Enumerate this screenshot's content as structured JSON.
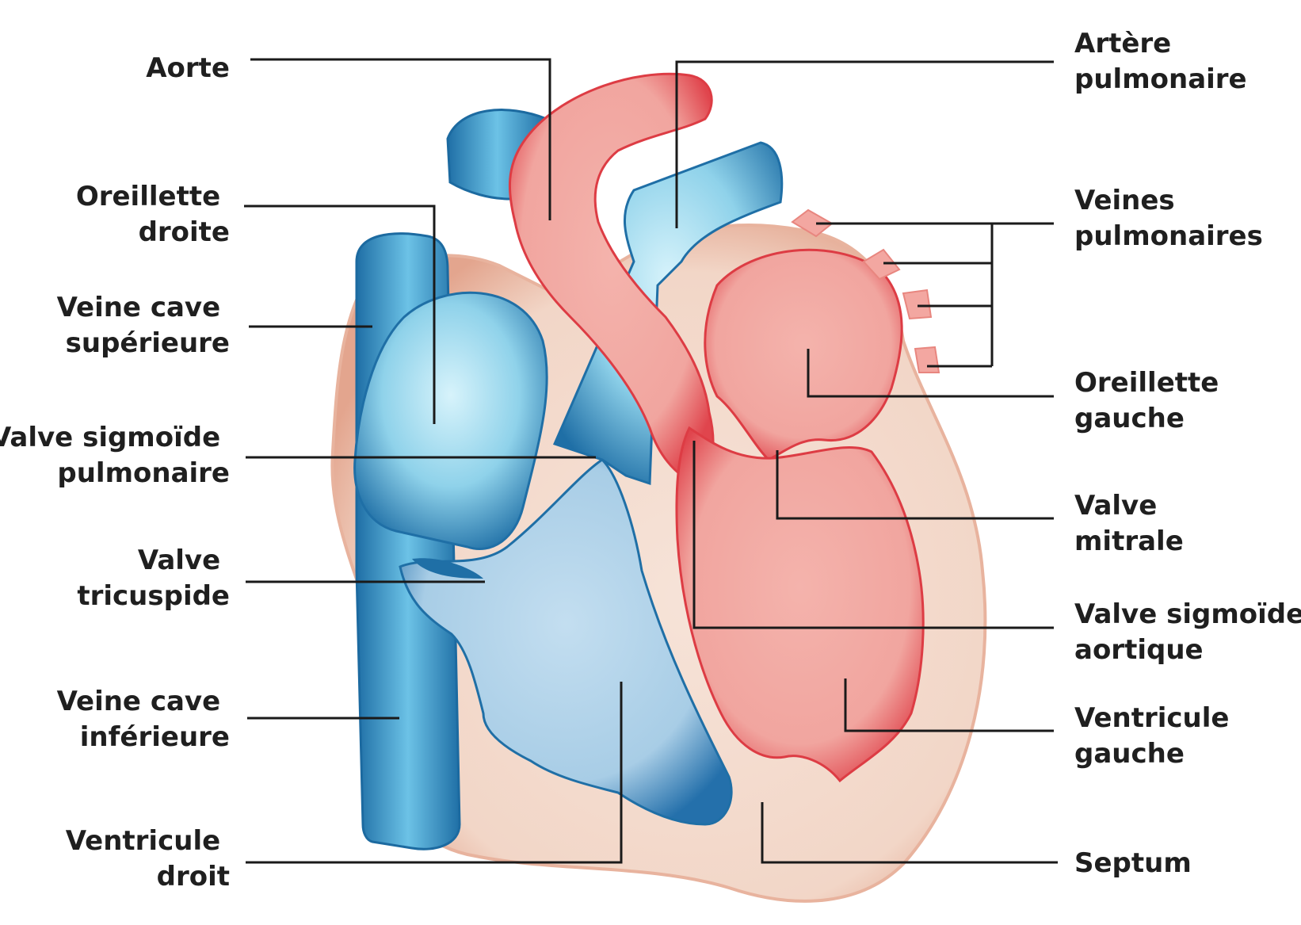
{
  "labels": {
    "aorte": [
      "Aorte"
    ],
    "oreillette_droite": [
      "Oreillette",
      "droite"
    ],
    "veine_cave_superieure": [
      "Veine cave",
      "supérieure"
    ],
    "valve_sigmoide_pulmonaire": [
      "Valve sigmoïde",
      "pulmonaire"
    ],
    "valve_tricuspide": [
      "Valve",
      "tricuspide"
    ],
    "veine_cave_inferieure": [
      "Veine cave",
      "inférieure"
    ],
    "ventricule_droit": [
      "Ventricule",
      "droit"
    ],
    "artere_pulmonaire": [
      "Artère",
      "pulmonaire"
    ],
    "veines_pulmonaires": [
      "Veines",
      "pulmonaires"
    ],
    "oreillette_gauche": [
      "Oreillette",
      "gauche"
    ],
    "valve_mitrale": [
      "Valve",
      "mitrale"
    ],
    "valve_sigmoide_aortique": [
      "Valve sigmoïde",
      "aortique"
    ],
    "ventricule_gauche": [
      "Ventricule",
      "gauche"
    ],
    "septum": [
      "Septum"
    ]
  },
  "colors": {
    "heart_wall": "#f3d9cb",
    "heart_wall_edge": "#e2a48c",
    "oxygen_poor_blue": "#7fc6e4",
    "oxygen_poor_blue_dark": "#1f6fa6",
    "oxygen_rich_red": "#f2a9a2",
    "oxygen_rich_red_dark": "#dd3c44",
    "leader_line": "#1a1a1a"
  }
}
